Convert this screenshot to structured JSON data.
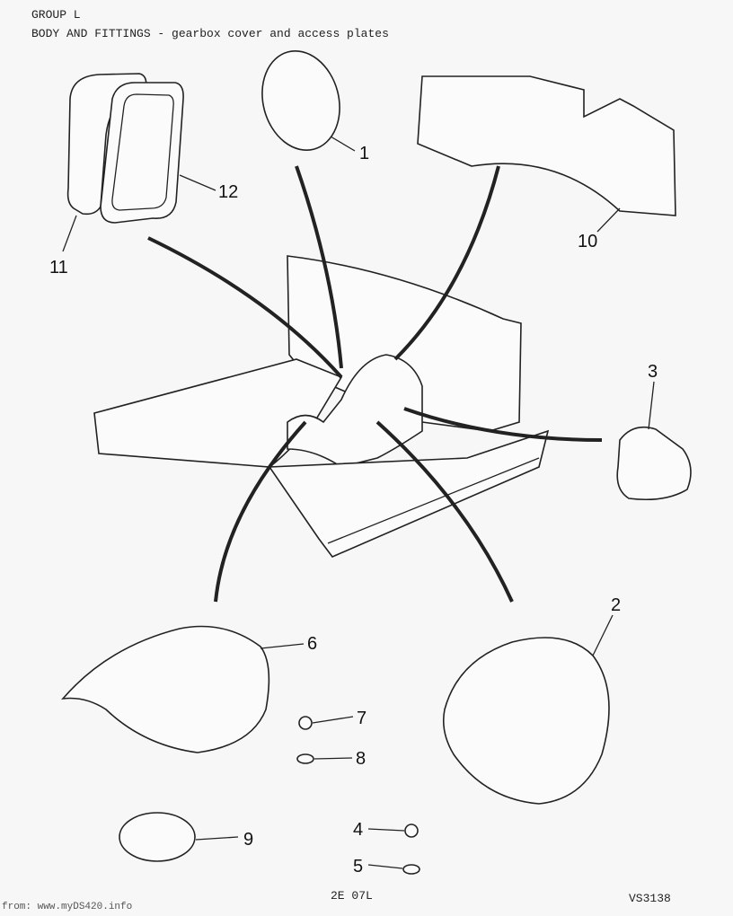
{
  "header": {
    "group": "GROUP L",
    "title": "BODY AND FITTINGS - gearbox cover and access plates"
  },
  "callouts": {
    "c1": "1",
    "c2": "2",
    "c3": "3",
    "c4": "4",
    "c5": "5",
    "c6": "6",
    "c7": "7",
    "c8": "8",
    "c9": "9",
    "c10": "10",
    "c11": "11",
    "c12": "12"
  },
  "footer": {
    "page_ref": "2E 07L",
    "drawing_no": "VS3138",
    "source": "from: www.myDS420.info"
  }
}
